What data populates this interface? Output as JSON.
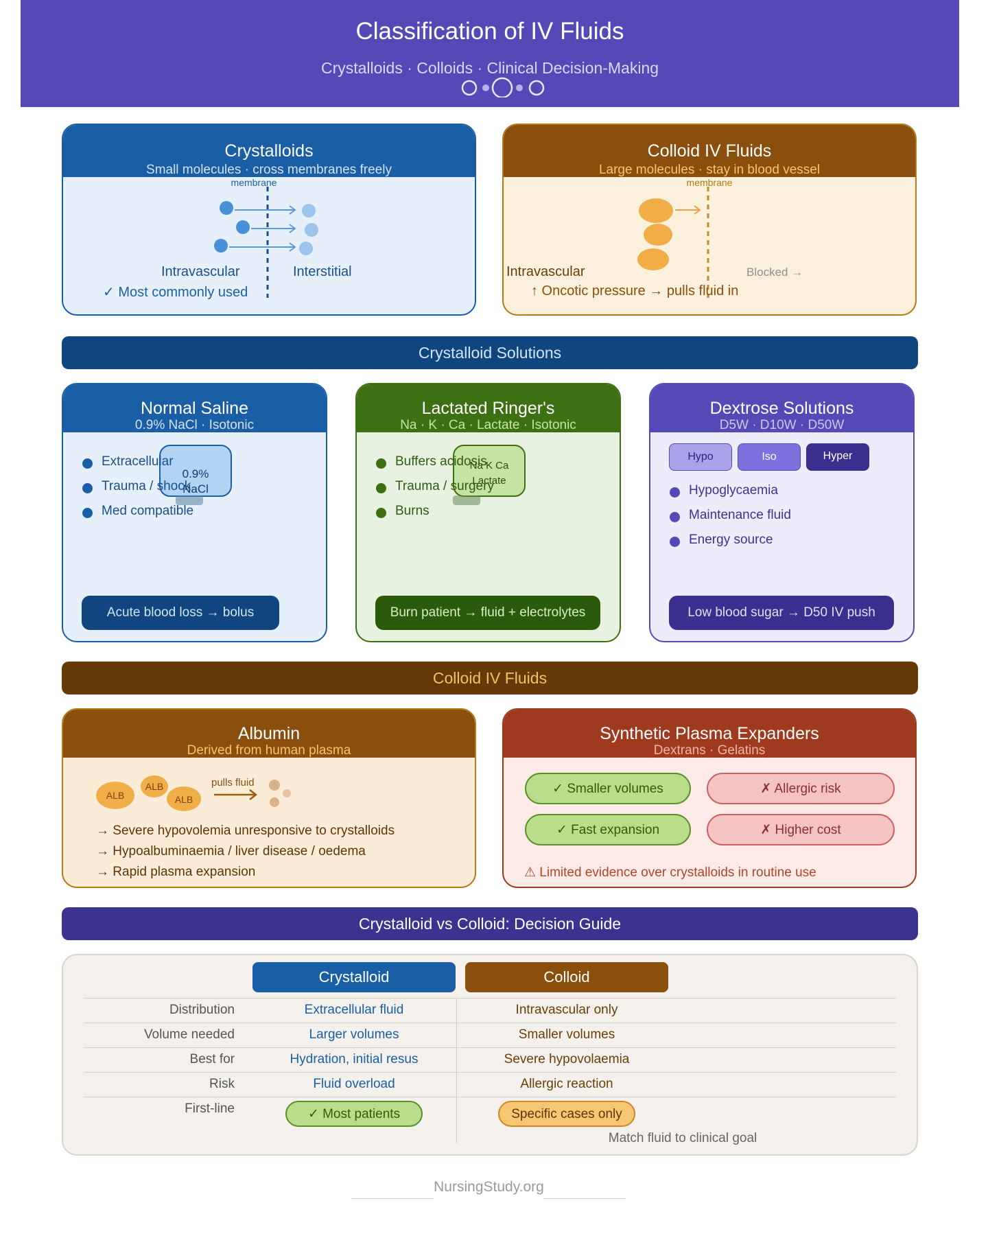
{
  "header": {
    "title": "Classification of IV Fluids",
    "subtitle": "Crystalloids · Colloids · Clinical Decision-Making"
  },
  "crystalloids_card": {
    "title": "Crystalloids",
    "subtitle": "Small molecules · cross membranes freely",
    "membrane_label": "membrane",
    "left_label": "Intravascular",
    "right_label": "Interstitial",
    "note": "✓ Most commonly used"
  },
  "colloid_card": {
    "title": "Colloid IV Fluids",
    "subtitle": "Large molecules · stay in blood vessel",
    "membrane_label": "membrane",
    "left_label": "Intravascular",
    "blocked_label": "Blocked →",
    "note": "↑ Oncotic pressure → pulls fluid in"
  },
  "crystalloid_solutions_banner": "Crystalloid Solutions",
  "normal_saline": {
    "title": "Normal Saline",
    "subtitle": "0.9% NaCl · Isotonic",
    "bag_label_1": "0.9%",
    "bag_label_2": "NaCl",
    "items": [
      "Extracellular",
      "Trauma / shock",
      "Med compatible"
    ],
    "example": "Acute blood loss → bolus"
  },
  "lactated_ringers": {
    "title": "Lactated Ringer's",
    "subtitle": "Na · K · Ca · Lactate · Isotonic",
    "bag_label_1": "Na K Ca",
    "bag_label_2": "Lactate",
    "items": [
      "Buffers acidosis",
      "Trauma / surgery",
      "Burns"
    ],
    "example": "Burn patient → fluid + electrolytes"
  },
  "dextrose": {
    "title": "Dextrose Solutions",
    "subtitle": "D5W · D10W · D50W",
    "tonicity": [
      "Hypo",
      "Iso",
      "Hyper"
    ],
    "items": [
      "Hypoglycaemia",
      "Maintenance fluid",
      "Energy source"
    ],
    "example": "Low blood sugar → D50 IV push"
  },
  "colloid_banner": "Colloid IV Fluids",
  "albumin": {
    "title": "Albumin",
    "subtitle": "Derived from human plasma",
    "molecule_label": "ALB",
    "arrow_label": "pulls fluid",
    "items": [
      "→ Severe hypovolemia unresponsive to crystalloids",
      "→ Hypoalbuminaemia / liver disease / oedema",
      "→ Rapid plasma expansion"
    ]
  },
  "synthetic": {
    "title": "Synthetic Plasma Expanders",
    "subtitle": "Dextrans · Gelatins",
    "pros": [
      "✓ Smaller volumes",
      "✓ Fast expansion"
    ],
    "cons": [
      "✗ Allergic risk",
      "✗ Higher cost"
    ],
    "warning": "⚠ Limited evidence over crystalloids in routine use"
  },
  "decision_banner": "Crystalloid vs Colloid: Decision Guide",
  "decision_table": {
    "col_crystalloid": "Crystalloid",
    "col_colloid": "Colloid",
    "rows": [
      {
        "label": "Distribution",
        "crystalloid": "Extracellular fluid",
        "colloid": "Intravascular only"
      },
      {
        "label": "Volume needed",
        "crystalloid": "Larger volumes",
        "colloid": "Smaller volumes"
      },
      {
        "label": "Best for",
        "crystalloid": "Hydration, initial resus",
        "colloid": "Severe hypovolaemia"
      },
      {
        "label": "Risk",
        "crystalloid": "Fluid overload",
        "colloid": "Allergic reaction"
      },
      {
        "label": "First-line",
        "crystalloid": "✓ Most patients",
        "colloid": "Specific cases only"
      }
    ],
    "footer_note": "Match fluid to clinical goal"
  },
  "footer": "NursingStudy.org",
  "colors": {
    "header": "#5549b8",
    "crystalloid_blue": "#1a5fa6",
    "colloid_brown": "#8a4f0c",
    "green": "#3c7012",
    "purple": "#5549b8",
    "synthetic_red": "#a03a1f"
  }
}
